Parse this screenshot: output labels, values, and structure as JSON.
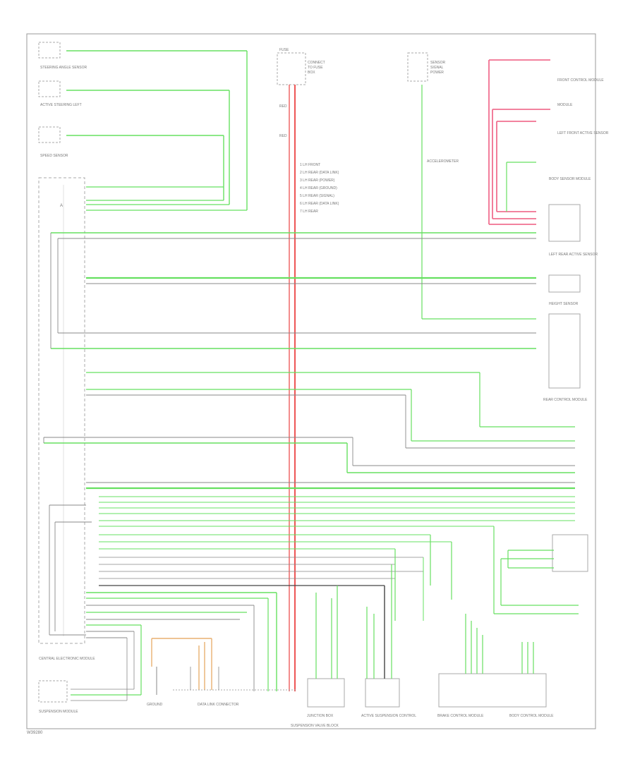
{
  "colors": {
    "green_wire": "#66e060",
    "red_wire": "#ee5c5c",
    "pink_wire": "#f07090",
    "tan_wire": "#e8b070",
    "gray_wire": "#888888",
    "outline": "#9a9a9a"
  },
  "labels": {
    "steering_angle_sensor": "STEERING ANGLE SENSOR",
    "active_steering_left": "ACTIVE STEERING LEFT",
    "speed_sensor": "SPEED SENSOR",
    "fuse": "FUSE",
    "legend_1": "1 LH FRONT",
    "legend_2": "2 LH REAR (DATA LINK)",
    "legend_3": "3 LH REAR (POWER)",
    "legend_4": "4 LH REAR (GROUND)",
    "legend_5": "5 LH REAR (SIGNAL)",
    "legend_6": "6 LH REAR (DATA LINK)",
    "legend_7": "7 LH REAR",
    "accelerometer": "ACCELEROMETER",
    "front_control_module": "FRONT CONTROL MODULE",
    "module_tr": "MODULE",
    "left_front_sensor": "LEFT FRONT ACTIVE SENSOR",
    "body_sensor_module": "BODY SENSOR MODULE",
    "left_rear_sensor": "LEFT REAR ACTIVE SENSOR",
    "height_sensor": "HEIGHT SENSOR",
    "rear_control_module": "REAR CONTROL MODULE",
    "central_electronic_module": "CENTRAL ELECTRONIC MODULE",
    "suspension_module": "SUSPENSION MODULE",
    "junction_box": "JUNCTION BOX",
    "ground": "GROUND",
    "data_link_connector": "DATA LINK CONNECTOR",
    "active_suspension_control": "ACTIVE SUSPENSION CONTROL",
    "suspension_valve_block": "SUSPENSION VALVE BLOCK",
    "brake_control_module": "BRAKE CONTROL MODULE",
    "body_control_module": "BODY CONTROL MODULE",
    "footer_code": "W39280"
  }
}
